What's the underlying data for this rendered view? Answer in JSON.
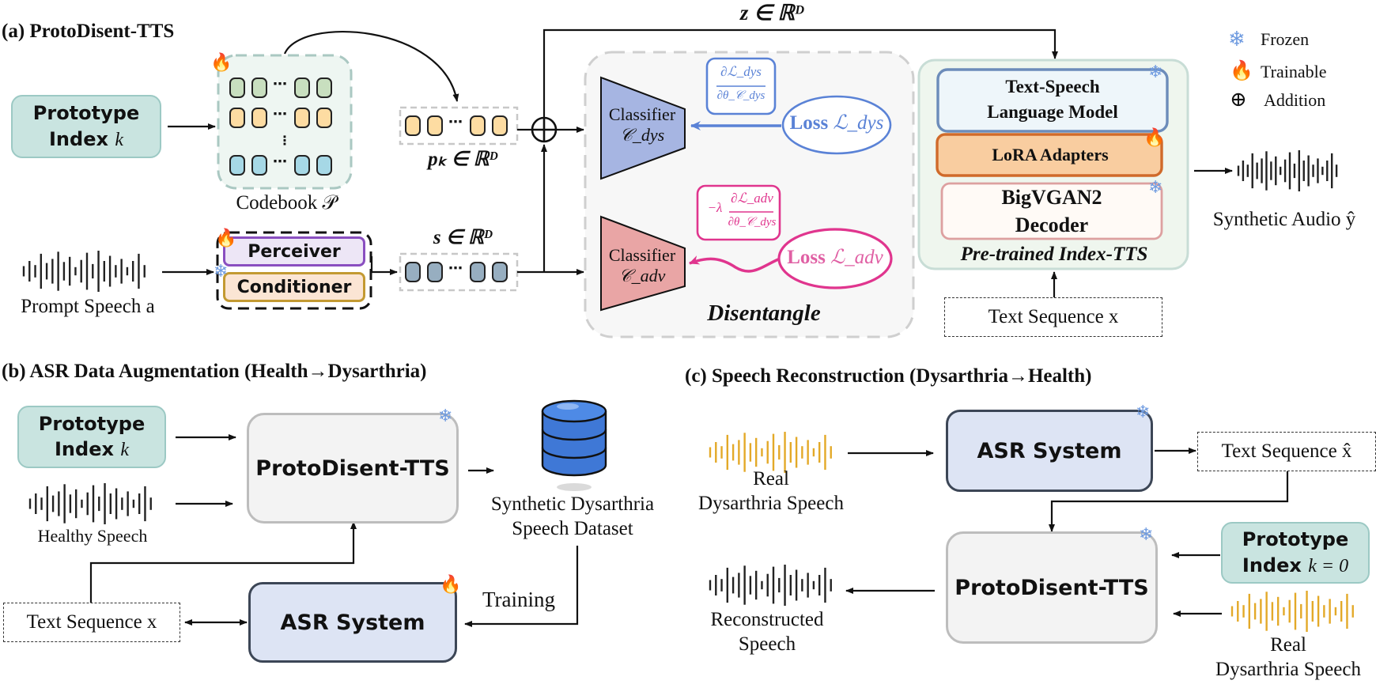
{
  "sections": {
    "a": {
      "title": "(a) ProtoDisent-TTS"
    },
    "b": {
      "title": "(b) ASR Data Augmentation (Health→Dysarthria)"
    },
    "c": {
      "title": "(c) Speech Reconstruction (Dysarthria→Health)"
    }
  },
  "legend": [
    {
      "icon": "snowflake-icon",
      "label": "Frozen"
    },
    {
      "icon": "flame-icon",
      "label": "Trainable"
    },
    {
      "icon": "circled-plus-icon",
      "label": "Addition"
    }
  ],
  "part_a": {
    "prototype_index": {
      "line1": "Prototype",
      "line2": "Index ",
      "var": "k"
    },
    "codebook_label": "Codebook 𝒫",
    "pk_label": "pₖ ∈ ℝᴰ",
    "s_label": "s ∈ ℝᴰ",
    "z_label": "z ∈ ℝᴰ",
    "prompt_speech_label": "Prompt Speech a",
    "perceiver": "Perceiver",
    "conditioner": "Conditioner",
    "classifier_dys": {
      "line1": "Classifier",
      "line2": "𝒞_dys"
    },
    "classifier_adv": {
      "line1": "Classifier",
      "line2": "𝒞_adv"
    },
    "grad_dys": {
      "num": "∂ℒ_dys",
      "den": "∂θ_𝒞_dys"
    },
    "grad_adv": {
      "prefix": "−λ",
      "num": "∂ℒ_adv",
      "den": "∂θ_𝒞_dys"
    },
    "loss_dys": {
      "bold": "Loss ",
      "math": "ℒ_dys"
    },
    "loss_adv": {
      "bold": "Loss ",
      "math": "ℒ_adv"
    },
    "disentangle_label": "Disentangle",
    "index_tts": {
      "lm_line1": "Text-Speech",
      "lm_line2": "Language Model",
      "lora": "LoRA Adapters",
      "vocoder_line1": "BigVGAN2",
      "vocoder_line2": "Decoder",
      "caption": "Pre-trained Index-TTS"
    },
    "text_sequence": "Text Sequence x",
    "synthetic_audio_label": "Synthetic Audio ŷ"
  },
  "part_b": {
    "prototype_index": {
      "line1": "Prototype",
      "line2": "Index ",
      "var": "k"
    },
    "healthy_speech_label": "Healthy Speech",
    "tts_label": "ProtoDisent-TTS",
    "dataset_label_line1": "Synthetic Dysarthria",
    "dataset_label_line2": "Speech Dataset",
    "training_label": "Training",
    "text_sequence": "Text Sequence x",
    "asr_label": "ASR System"
  },
  "part_c": {
    "real_speech_label_line1": "Real",
    "real_speech_label_line2": "Dysarthria Speech",
    "asr_label": "ASR System",
    "text_sequence": "Text Sequence x̂",
    "tts_label": "ProtoDisent-TTS",
    "prototype_index": {
      "line1": "Prototype",
      "line2": "Index ",
      "var": "k = 0"
    },
    "reconstructed_label_line1": "Reconstructed",
    "reconstructed_label_line2": "Speech",
    "real_speech2_label_line1": "Real",
    "real_speech2_label_line2": "Dysarthria Speech"
  },
  "colors": {
    "prototype_fill": "#c9e4e0",
    "codebook_green": "#c8dfbf",
    "codebook_orange": "#fddca2",
    "codebook_blue": "#a6d8e6",
    "style_cell": "#97aec0",
    "classifier_dys": "#a6b5e2",
    "classifier_adv": "#e9a5a5",
    "loss_dys": "#5a82d6",
    "loss_adv": "#e0358e",
    "lora_fill": "#f9cda0",
    "lora_border": "#d06a2a",
    "lm_border": "#6c8cba",
    "vocoder_border": "#dda0a0",
    "perceiver_border": "#8a4fc0",
    "conditioner_border": "#c39a32",
    "dysarthric_wave": "#e3a928",
    "database_blue": "#3f78d6"
  }
}
